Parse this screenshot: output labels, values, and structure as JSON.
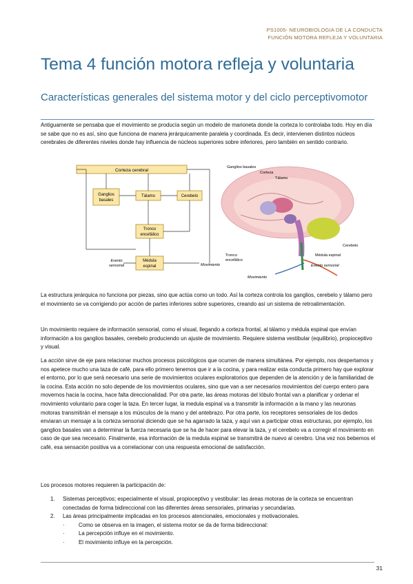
{
  "header": {
    "course": "PS1005- NEUROBIOLOGIA DE LA CONDUCTA",
    "topic": "FUNCIÓN MOTORA REFLEJA Y VOLUNTARIA"
  },
  "title": "Tema 4 función motora refleja y voluntaria",
  "subtitle": "Características generales del sistema motor y del ciclo perceptivomotor",
  "paragraphs": [
    "Antiguamente se pensaba que el movimiento se producía según un modelo de marioneta donde la corteza lo controlaba todo. Hoy en día se sabe que no es así, sino que funciona de manera jerárquicamente paralela y coordinada. Es decir, intervienen distintos núcleos cerebrales de diferentes niveles donde hay influencia de núcleos superiores sobre inferiores, pero también en sentido contrario.",
    "La estructura jerárquica no funciona por piezas, sino que actúa como un todo. Así la corteza controla los ganglios, cerebelo y tálamo pero el movimiento se va corrigiendo por acción de partes inferiores sobre superiores, creando así un sistema de retroalimentación.",
    "Un movimiento requiere de información sensorial, como el visual, llegando a corteza frontal, al tálamo y médula espinal que envían información a los ganglios basales, cerebelo produciendo un ajuste de movimiento. Requiere sistema vestibular (equilibrio), propioceptivo y visual.",
    "La acción sirve de eje para relacionar muchos procesos psicológicos que ocurren de manera simultánea. Por ejemplo, nos despertamos y nos apetece mucho una taza de café, para ello primero tenemos que ir a la cocina, y para realizar esta conducta primero hay que explorar el entorno, por lo que será necesario una serie de movimientos oculares exploratorios que dependen de la atención y de la familiaridad de la cocina. Esta acción no solo depende de los movimientos oculares, sino que van a ser necesarios movimientos del cuerpo entero para movernos hacia la cocina, hace falta direccionalidad. Por otra parte, las áreas motoras del lóbulo frontal van a planificar y ordenar el movimiento voluntario para coger la taza. En tercer lugar, la medula espinal va a transmitir la información a la mano y las neuronas motoras transmitirán el mensaje a los músculos de la mano y del antebrazo. Por otra parte, los receptores sensoriales de los dedos enviaran un mensaje a la corteza sensorial diciendo que se ha agarrado la taza, y aquí van a participar otras estructuras, por ejemplo, los ganglios basales van a determinar la fuerza necesaria que se ha de hacer para elevar la taza, y el cerebelo va a corregir el movimiento en caso de que sea necesario. Finalmente, esa información de la medula espinal se transmitirá de nuevo al cerebro. Una vez nos bebemos el café, esa sensación positiva va a correlacionar con una respuesta emocional de satisfacción.",
    "Los procesos motores requieren la participación de:"
  ],
  "list": [
    {
      "num": "1.",
      "text": "Sistemas perceptivos; especialmente el visual, propioceptivo y vestibular: las áreas motoras de la corteza se encuentran conectadas de forma bidireccional con las diferentes áreas sensoriales, primarias y secundarias."
    },
    {
      "num": "2.",
      "text": "Las áreas principalmente implicadas en los procesos atencionales, emocionales y motivacionales."
    }
  ],
  "sublist": [
    "Como se observa en la imagen, el sistema motor se da de forma bidireccional:",
    "La percepción influye en el movimiento.",
    "El movimiento influye en la percepción."
  ],
  "diagram": {
    "corteza": "Corteza cerebral",
    "ganglios": "Ganglios basales",
    "talamo": "Tálamo",
    "cerebelo": "Cerebelo",
    "tronco": "Tronco encefálico",
    "medula": "Médula espinal",
    "evento": "Evento sensorial",
    "movimiento": "Movimiento"
  },
  "brain_labels": {
    "ganglios": "Ganglios basales",
    "corteza": "Corteza",
    "talamo": "Tálamo",
    "tronco": "Tronco encefálico",
    "cerebelo": "Cerebelo",
    "medula": "Médula espinal",
    "evento": "Evento sensorial",
    "movimiento": "Movimiento"
  },
  "page_number": "31",
  "colors": {
    "title": "#2e6b96",
    "header": "#8a6d3b",
    "box_fill": "#fbe7a8",
    "box_stroke": "#b08a2a"
  }
}
